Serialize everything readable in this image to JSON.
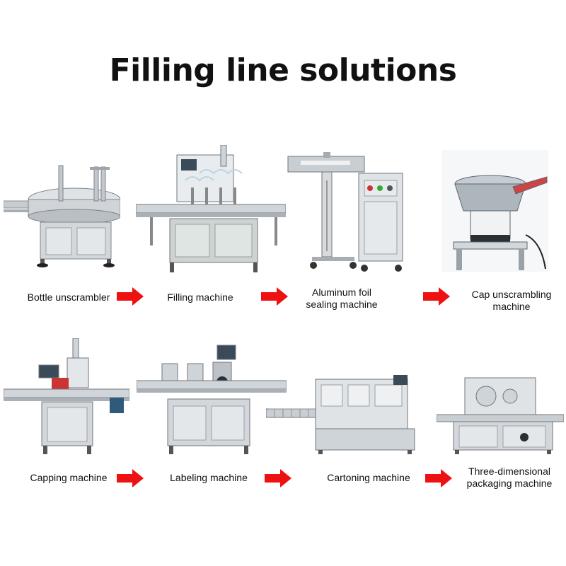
{
  "title": "Filling line solutions",
  "flow_arrow_color": "#ee1111",
  "steps": [
    {
      "label": "Bottle unscrambler",
      "icon": "bottle-unscrambler-image"
    },
    {
      "label": "Filling machine",
      "icon": "filling-machine-image"
    },
    {
      "label": "Aluminum foil\nsealing machine",
      "icon": "aluminum-foil-sealing-machine-image"
    },
    {
      "label": "Cap unscrambling\nmachine",
      "icon": "cap-unscrambling-machine-image"
    },
    {
      "label": "Capping machine",
      "icon": "capping-machine-image"
    },
    {
      "label": "Labeling machine",
      "icon": "labeling-machine-image"
    },
    {
      "label": "Cartoning machine",
      "icon": "cartoning-machine-image"
    },
    {
      "label": "Three-dimensional\npackaging machine",
      "icon": "three-dimensional-packaging-machine-image"
    }
  ]
}
